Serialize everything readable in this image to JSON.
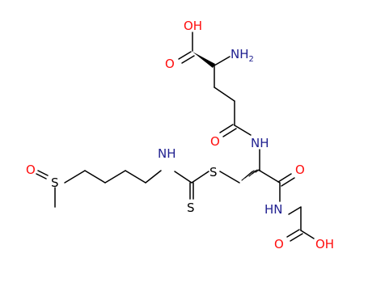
{
  "colors": {
    "bond": "#000000",
    "oxygen": "#ff0d0d",
    "nitrogen": "#1f1f8f",
    "sulfur": "#000000"
  },
  "atoms": {
    "acid_oh_top": "OH",
    "acid_o_top": "O",
    "amine_n": "N",
    "amine_h": "H",
    "amine_sub": "2",
    "amide_o_1": "O",
    "amide_nh_1": "NH",
    "sulfoxide_o": "O",
    "sulfoxide_s": "S",
    "thio_nh": "NH",
    "thio_s_link": "S",
    "thio_s_double": "S",
    "amide_o_2": "O",
    "amide_hn_2": "HN",
    "acid_o_bottom": "O",
    "acid_oh_bottom": "OH"
  }
}
